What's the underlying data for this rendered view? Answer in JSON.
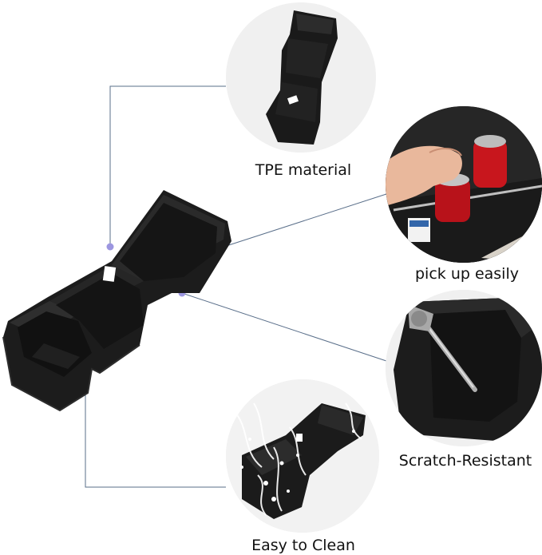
{
  "features": [
    {
      "label": "TPE material"
    },
    {
      "label": "pick up easily"
    },
    {
      "label": "Scratch-Resistant"
    },
    {
      "label": "Easy to Clean"
    }
  ],
  "colors": {
    "product": "#1c1c1c",
    "product_edge": "#2d2d2d",
    "connector_line": "#5a6f8a",
    "dot": "#9c96e0",
    "circle_bg": "#f0f0f0",
    "can_red": "#c8161d"
  },
  "icons": [
    "tpe-organizer-photo",
    "hand-can-photo",
    "screwdriver-photo",
    "water-splash-photo"
  ]
}
